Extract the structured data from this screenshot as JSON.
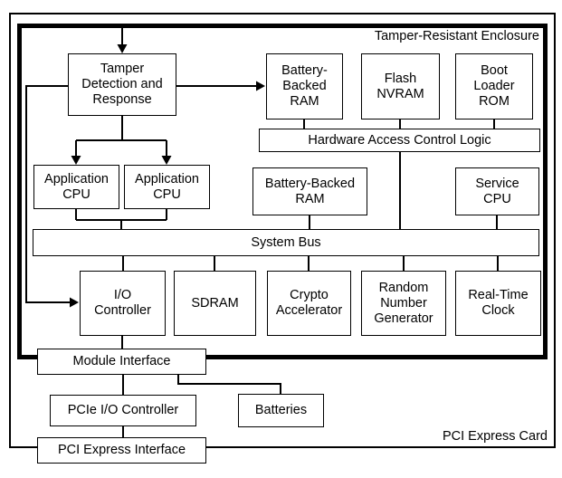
{
  "diagram": {
    "enclosure_label": "Tamper-Resistant Enclosure",
    "card_label": "PCI Express Card",
    "boxes": {
      "tamper_detection": "Tamper\nDetection and\nResponse",
      "battery_backed_ram_top": "Battery-\nBacked\nRAM",
      "flash_nvram": "Flash\nNVRAM",
      "boot_loader_rom": "Boot\nLoader\nROM",
      "hardware_access_control_logic": "Hardware Access Control Logic",
      "application_cpu": "Application\nCPU",
      "battery_backed_ram": "Battery-Backed\nRAM",
      "service_cpu": "Service\nCPU",
      "system_bus": "System Bus",
      "io_controller": "I/O\nController",
      "sdram": "SDRAM",
      "crypto_accelerator": "Crypto\nAccelerator",
      "random_number_generator": "Random\nNumber\nGenerator",
      "real_time_clock": "Real-Time\nClock",
      "module_interface": "Module Interface",
      "pcie_io_controller": "PCIe I/O Controller",
      "batteries": "Batteries",
      "pci_express_interface": "PCI Express Interface"
    },
    "colors": {
      "line": "#000000",
      "background": "#ffffff"
    }
  }
}
